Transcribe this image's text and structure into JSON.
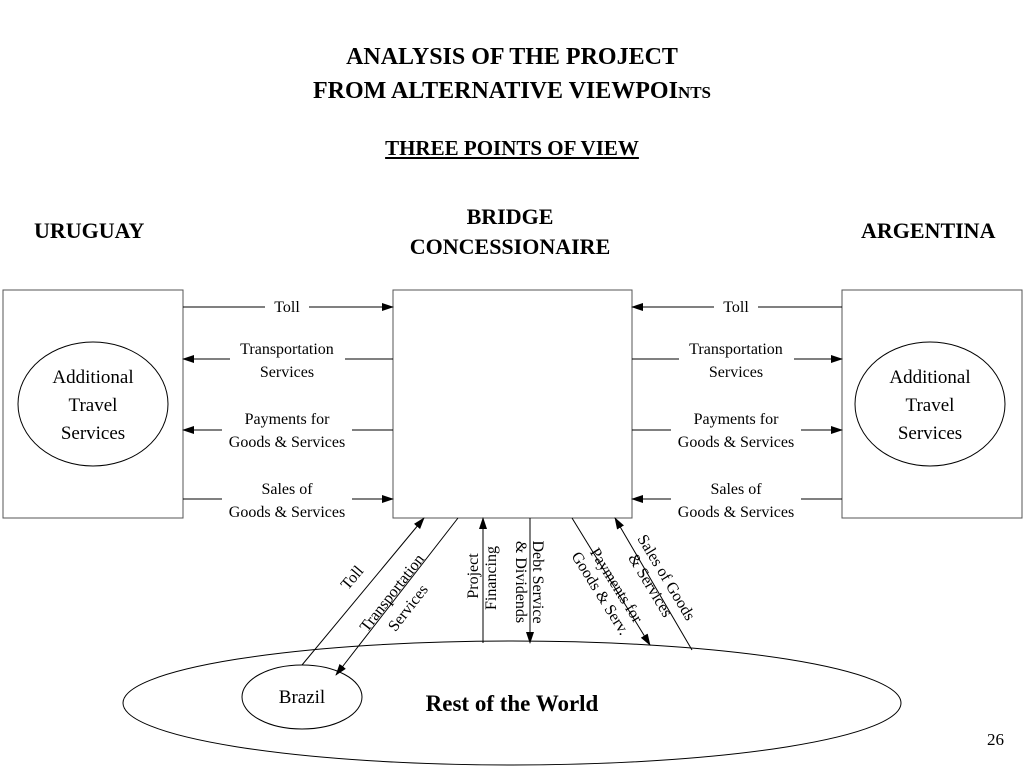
{
  "title": {
    "line1": "ANALYSIS OF THE PROJECT",
    "line2_main": "FROM ALTERNATIVE VIEWPOI",
    "line2_small": "NTS"
  },
  "subtitle": "THREE POINTS OF VIEW",
  "headings": {
    "left": "URUGUAY",
    "center_line1": "BRIDGE",
    "center_line2": "CONCESSIONAIRE",
    "right": "ARGENTINA"
  },
  "left_node": {
    "lines": [
      "Additional",
      "Travel",
      "Services"
    ]
  },
  "right_node": {
    "lines": [
      "Additional",
      "Travel",
      "Services"
    ]
  },
  "side_flows": [
    {
      "lines": [
        "Toll"
      ]
    },
    {
      "lines": [
        "Transportation",
        "Services"
      ]
    },
    {
      "lines": [
        "Payments for",
        "Goods & Services"
      ]
    },
    {
      "lines": [
        "Sales of",
        "Goods & Services"
      ]
    }
  ],
  "bottom_flows": [
    {
      "lines": [
        "Toll"
      ]
    },
    {
      "lines": [
        "Transportation",
        "Services"
      ]
    },
    {
      "lines": [
        "Project",
        "Financing"
      ]
    },
    {
      "lines": [
        "Debt Service",
        "& Dividends"
      ]
    },
    {
      "lines": [
        "Payments for",
        "Goods & Serv."
      ]
    },
    {
      "lines": [
        "Sales of Goods",
        "& Services"
      ]
    }
  ],
  "world": {
    "brazil": "Brazil",
    "rest": "Rest of the World"
  },
  "page_number": "26"
}
